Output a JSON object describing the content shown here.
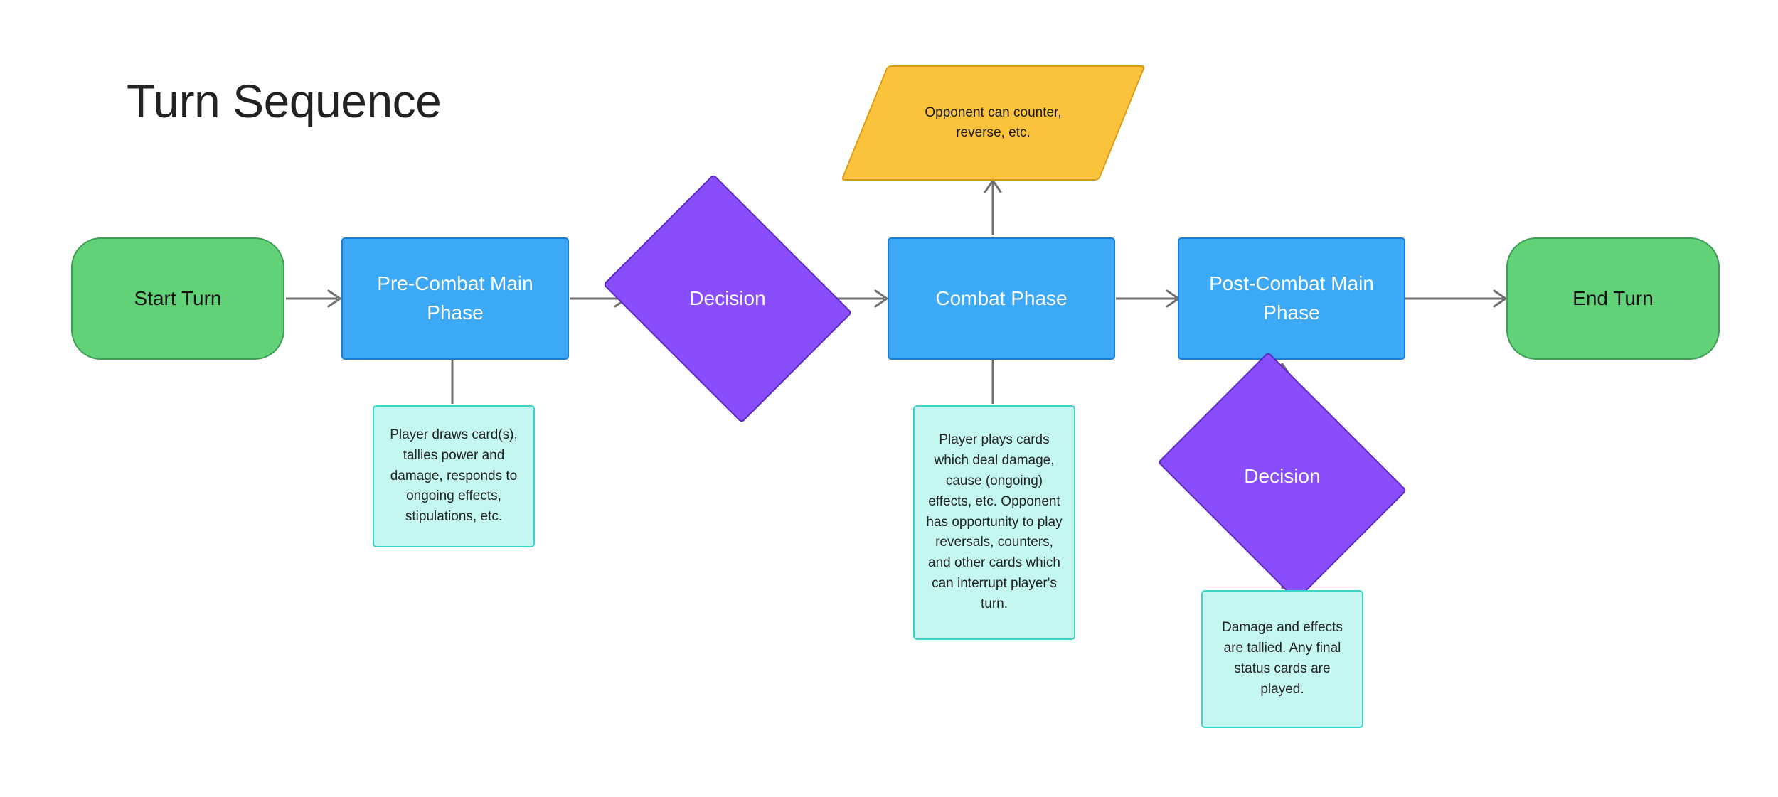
{
  "title": "Turn Sequence",
  "colors": {
    "terminal_fill": "#62D278",
    "terminal_border": "#3F9E52",
    "process_fill": "#3BA9F5",
    "process_border": "#1A7FD4",
    "decision_fill": "#8A4DFB",
    "decision_border": "#5B2BBF",
    "io_fill": "#FBC33C",
    "io_border": "#D99A14",
    "note_fill": "#C5F7F2",
    "note_border": "#3FD4C8",
    "edge": "#707070",
    "background": "#FFFFFF",
    "title_text": "#222222"
  },
  "nodes": {
    "start_turn": {
      "label": "Start Turn",
      "shape": "terminal"
    },
    "pre_combat": {
      "label": "Pre-Combat Main Phase",
      "shape": "process"
    },
    "decision_1": {
      "label": "Decision",
      "shape": "decision"
    },
    "combat": {
      "label": "Combat Phase",
      "shape": "process"
    },
    "post_combat": {
      "label": "Post-Combat Main Phase",
      "shape": "process"
    },
    "end_turn": {
      "label": "End Turn",
      "shape": "terminal"
    },
    "decision_2": {
      "label": "Decision",
      "shape": "decision"
    },
    "opponent_counter": {
      "label": "Opponent can counter, reverse, etc.",
      "shape": "parallelogram"
    },
    "note_pre_combat": {
      "label": "Player draws card(s), tallies power and damage, responds to ongoing effects, stipulations, etc.",
      "shape": "note"
    },
    "note_combat": {
      "label": "Player plays cards which deal damage, cause (ongoing) effects, etc. Opponent has opportunity to play reversals, counters, and other cards which can interrupt player's turn.",
      "shape": "note"
    },
    "note_post_combat": {
      "label": "Damage and effects are tallied. Any final status cards are played.",
      "shape": "note"
    }
  },
  "edges": [
    {
      "from": "start_turn",
      "to": "pre_combat",
      "type": "arrow",
      "direction": "right"
    },
    {
      "from": "pre_combat",
      "to": "decision_1",
      "type": "arrow",
      "direction": "right"
    },
    {
      "from": "decision_1",
      "to": "combat",
      "type": "arrow",
      "direction": "right"
    },
    {
      "from": "combat",
      "to": "post_combat",
      "type": "arrow",
      "direction": "right"
    },
    {
      "from": "post_combat",
      "to": "end_turn",
      "type": "arrow",
      "direction": "right"
    },
    {
      "from": "combat",
      "to": "opponent_counter",
      "type": "arrow",
      "direction": "up"
    },
    {
      "from": "decision_2",
      "to": "post_combat",
      "type": "arrow",
      "direction": "up"
    },
    {
      "from": "pre_combat",
      "to": "note_pre_combat",
      "type": "line",
      "direction": "down"
    },
    {
      "from": "combat",
      "to": "note_combat",
      "type": "line",
      "direction": "down"
    },
    {
      "from": "note_post_combat",
      "to": "decision_2",
      "type": "line",
      "direction": "up"
    }
  ]
}
